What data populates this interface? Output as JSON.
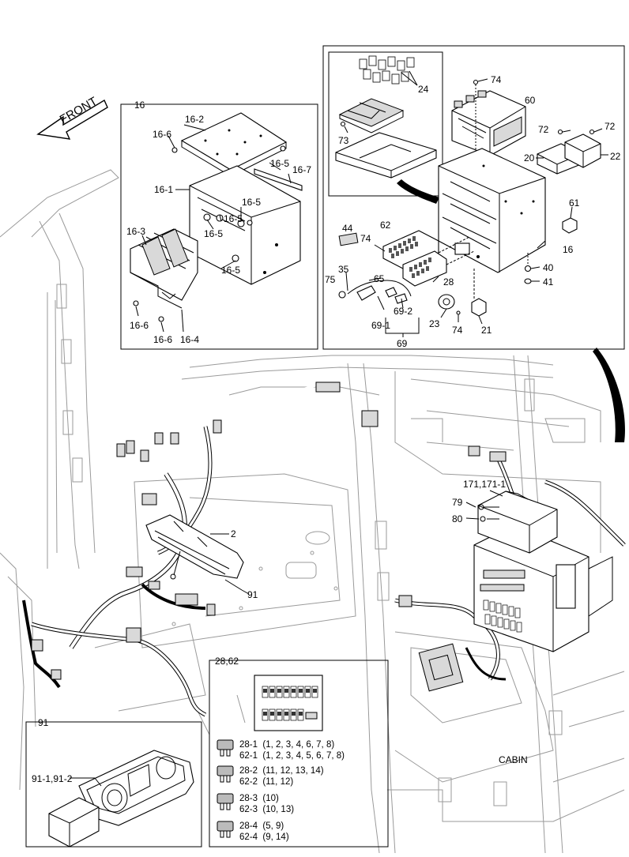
{
  "front_arrow": {
    "label": "FRONT"
  },
  "cabin_label": "CABIN",
  "panel_16": {
    "title": "16",
    "callouts": [
      "16-2",
      "16-6",
      "16-5",
      "16-7",
      "16-1",
      "16-5",
      "16-5",
      "16-5",
      "16-3",
      "16-5",
      "16-6",
      "16-6",
      "16-4"
    ]
  },
  "panel_top_right": {
    "callouts": [
      "74",
      "24",
      "60",
      "73",
      "72",
      "72",
      "20",
      "22",
      "61",
      "44",
      "62",
      "74",
      "16",
      "35",
      "65",
      "28",
      "40",
      "75",
      "41",
      "69-2",
      "23",
      "21",
      "69-1",
      "74",
      "69"
    ]
  },
  "main_callouts": [
    "2",
    "91",
    "171,171-1",
    "79",
    "80"
  ],
  "panel_91": {
    "title": "91",
    "callouts": [
      "91-1,91-2"
    ]
  },
  "panel_fuse": {
    "title": "28,62",
    "legend": [
      {
        "line1": "28-1  (1, 2, 3, 4, 6, 7, 8)",
        "line2": "62-1  (1, 2, 3, 4, 5, 6, 7, 8)"
      },
      {
        "line1": "28-2  (11, 12, 13, 14)",
        "line2": "62-2  (11, 12)"
      },
      {
        "line1": "28-3  (10)",
        "line2": "62-3  (10, 13)"
      },
      {
        "line1": "28-4  (5, 9)",
        "line2": "62-4  (9, 14)"
      }
    ]
  }
}
